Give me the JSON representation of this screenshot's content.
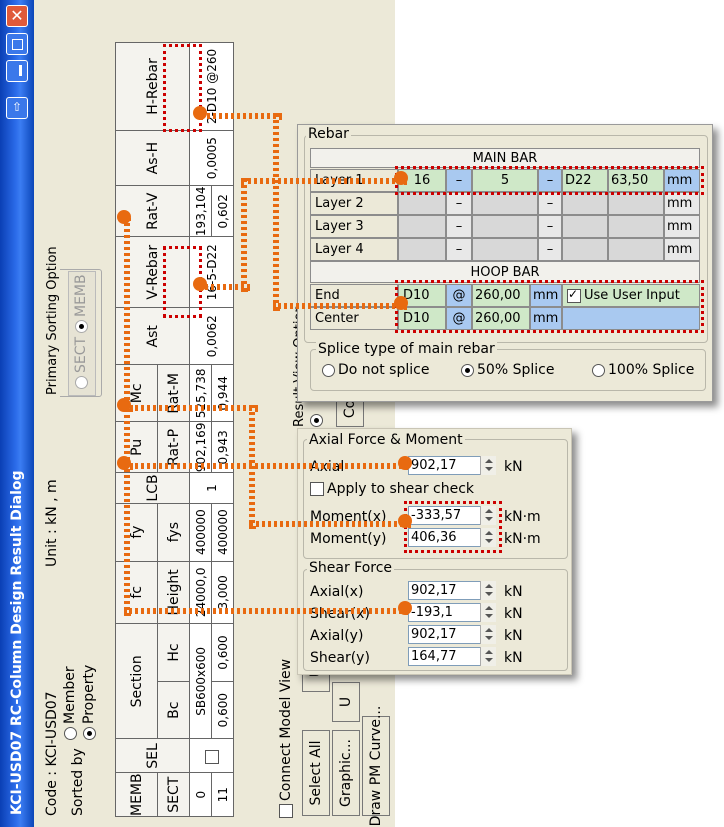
{
  "dialog": {
    "title": "KCI-USD07 RC-Column Design Result Dialog",
    "code": "Code : KCI-USD07",
    "unit": "Unit : kN    ,    m",
    "sorted_by": "Sorted by",
    "sort_member": "Member",
    "sort_property": "Property",
    "primary_sorting": "Primary Sorting Option",
    "sort_sect": "SECT",
    "sort_memb": "MEMB",
    "connect_model_view": "Connect Model View",
    "result_view_option": "Result View Option",
    "buttons": {
      "select_all": "Select All",
      "graphic": "Graphic...",
      "draw_pm": "Draw PM Curve...",
      "u1": "U",
      "u2": "U",
      "co": "Co"
    },
    "table": {
      "h1": [
        "MEMB",
        "SEL",
        "Section",
        "fc",
        "fy",
        "LCB",
        "Pu",
        "Mc",
        "Ast",
        "V-Rebar",
        "Rat-V",
        "As-H",
        "H-Rebar"
      ],
      "h2": [
        "SECT",
        "",
        "Bc",
        "Hc",
        "Height",
        "fys",
        "",
        "Rat-P",
        "Rat-M",
        "",
        "",
        "",
        "",
        ""
      ],
      "row1a": [
        "0",
        "SB600x600",
        "24000,0",
        "400000",
        "1",
        "902,169",
        "525,738",
        "0,0062",
        "16-5-D22",
        "193,104",
        "0,0005",
        "2-D10 @260"
      ],
      "row1b": [
        "11",
        "0,600",
        "0,600",
        "3,000",
        "400000",
        "0,943",
        "0,944",
        "0,602"
      ]
    }
  },
  "rebar": {
    "group": "Rebar",
    "main_bar": "MAIN BAR",
    "hoop_bar": "HOOP BAR",
    "layers": [
      {
        "name": "Layer 1",
        "n1": "16",
        "d1": "–",
        "n2": "5",
        "d2": "–",
        "dia": "D22",
        "cover": "63,50",
        "unit": "mm"
      },
      {
        "name": "Layer 2",
        "n1": "",
        "d1": "–",
        "n2": "",
        "d2": "–",
        "dia": "",
        "cover": "",
        "unit": "mm"
      },
      {
        "name": "Layer 3",
        "n1": "",
        "d1": "–",
        "n2": "",
        "d2": "–",
        "dia": "",
        "cover": "",
        "unit": "mm"
      },
      {
        "name": "Layer 4",
        "n1": "",
        "d1": "–",
        "n2": "",
        "d2": "–",
        "dia": "",
        "cover": "",
        "unit": "mm"
      }
    ],
    "hoops": [
      {
        "name": "End",
        "dia": "D10",
        "at": "@",
        "spacing": "260,00",
        "unit": "mm",
        "extra": "Use User Input"
      },
      {
        "name": "Center",
        "dia": "D10",
        "at": "@",
        "spacing": "260,00",
        "unit": "mm",
        "extra": ""
      }
    ],
    "splice_group": "Splice type of main rebar",
    "splice_options": [
      "Do not splice",
      "50% Splice",
      "100% Splice"
    ]
  },
  "forces": {
    "axial_group": "Axial Force & Moment",
    "axial_label": "Axial",
    "axial": "902,17",
    "axial_unit": "kN",
    "apply_shear": "Apply to shear check",
    "mx_label": "Moment(x)",
    "mx": "-333,57",
    "my_label": "Moment(y)",
    "my": "406,36",
    "moment_unit": "kN·m",
    "shear_group": "Shear Force",
    "ax_label": "Axial(x)",
    "ax": "902,17",
    "sx_label": "Shear(x)",
    "sx": "-193,1",
    "ay_label": "Axial(y)",
    "ay": "902,17",
    "sy_label": "Shear(y)",
    "sy": "164,77",
    "kn": "kN"
  },
  "colors": {
    "title_blue": "#2a6ae8",
    "highlight_red": "#cc0000",
    "callout_orange": "#e86a10",
    "cell_green": "#cfe8c8",
    "cell_blue": "#a9c9f0"
  }
}
